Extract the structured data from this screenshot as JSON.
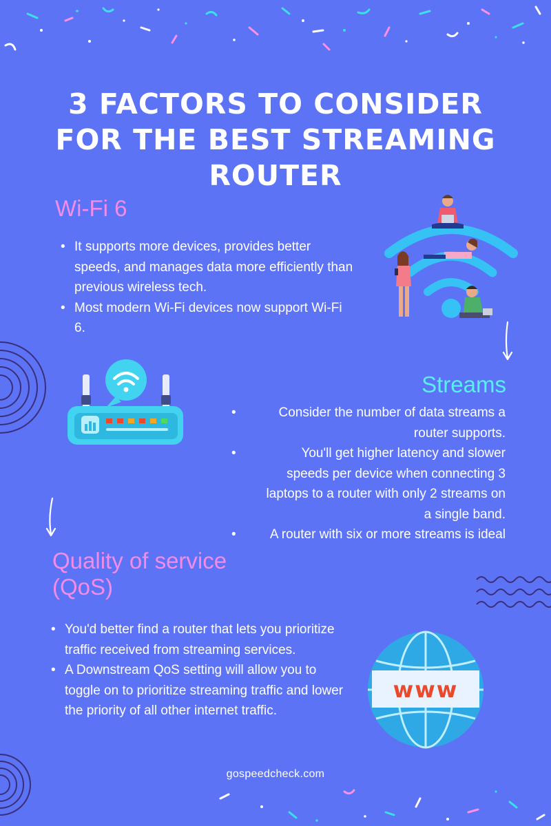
{
  "title_lines": [
    "3 FACTORS TO CONSIDER",
    "FOR THE BEST STREAMING",
    "ROUTER"
  ],
  "sections": {
    "wifi6": {
      "heading": "Wi-Fi 6",
      "bullets": [
        "It supports more devices, provides better speeds, and manages data more efficiently than previous wireless tech.",
        "Most modern Wi-Fi devices now support Wi-Fi 6."
      ]
    },
    "streams": {
      "heading": "Streams",
      "bullets": [
        "Consider the number of data streams a router supports.",
        "You'll get higher latency and slower speeds per device when connecting 3 laptops to a router with only 2 streams on a single band.",
        "A router with six or more streams is ideal"
      ]
    },
    "qos": {
      "heading_line1": "Quality of service",
      "heading_line2": "(QoS)",
      "bullets": [
        "You'd better find a router that lets you prioritize traffic received from streaming services.",
        "A Downstream QoS setting will allow you to toggle on to prioritize streaming traffic and lower the priority of all other internet traffic."
      ]
    }
  },
  "globe_label": "www",
  "footer": "gospeedcheck.com",
  "colors": {
    "background": "#5d73f6",
    "heading_pink": "#f28ce8",
    "heading_cyan": "#58f0ee",
    "accent_cyan": "#41d3ef",
    "globe_blue": "#2fa8e6",
    "www_red": "#e94a2c"
  },
  "icons": [
    "people-with-wifi-illustration",
    "router-icon",
    "globe-www-icon",
    "arrow-down-icon",
    "concentric-circles-decoration",
    "wavy-lines-decoration",
    "confetti-decoration"
  ]
}
